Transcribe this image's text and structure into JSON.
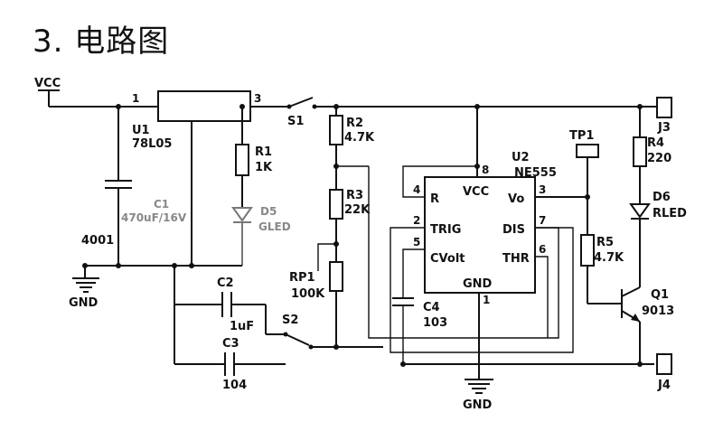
{
  "heading": "3. 电路图",
  "labels": {
    "vcc": "VCC",
    "u1_pin1": "1",
    "u1_pin3": "3",
    "u1_name": "U1",
    "u1_part": "78L05",
    "s1": "S1",
    "r2_name": "R2",
    "r2_val": "4.7K",
    "r1_name": "R1",
    "r1_val": "1K",
    "c1_name": "C1",
    "c1_val": "470uF/16V",
    "d5_name": "D5",
    "d5_val": "GLED",
    "r3_name": "R3",
    "r3_val": "22K",
    "rp1_name": "RP1",
    "rp1_val": "100K",
    "u2_name": "U2",
    "u2_part": "NE555",
    "u2_pin8": "8",
    "u2_pin4": "4",
    "u2_pin3": "3",
    "u2_pin2": "2",
    "u2_pin7": "7",
    "u2_pin5": "5",
    "u2_pin6": "6",
    "u2_pin1": "1",
    "ic_r": "R",
    "ic_vcc": "VCC",
    "ic_vo": "Vo",
    "ic_trig": "TRIG",
    "ic_dis": "DIS",
    "ic_cvolt": "CVolt",
    "ic_thr": "THR",
    "ic_gnd": "GND",
    "tp1": "TP1",
    "r4_name": "R4",
    "r4_val": "220",
    "d6_name": "D6",
    "d6_val": "RLED",
    "r5_name": "R5",
    "r5_val": "4.7K",
    "q1_name": "Q1",
    "q1_val": "9013",
    "j3": "J3",
    "j4": "J4",
    "val_4001": "4001",
    "gnd_left": "GND",
    "gnd_bottom": "GND",
    "c2_name": "C2",
    "c2_val": "1uF",
    "s2": "S2",
    "c3_name": "C3",
    "c3_val": "104",
    "c4_name": "C4",
    "c4_val": "103"
  }
}
